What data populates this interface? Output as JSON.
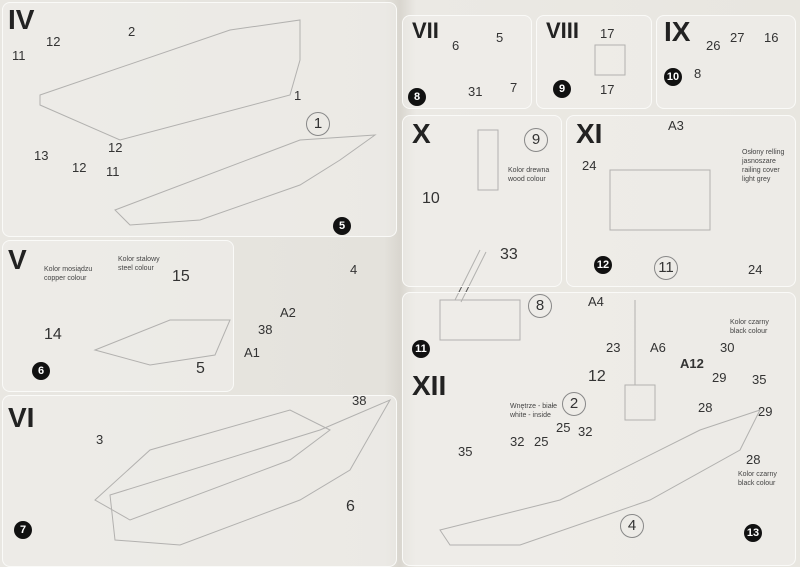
{
  "sections": {
    "iv": {
      "title": "IV",
      "parts": [
        "2",
        "1",
        "12",
        "11",
        "13",
        "12",
        "11",
        "12",
        "1"
      ],
      "step": "5"
    },
    "v": {
      "title": "V",
      "parts": [
        "15",
        "14",
        "5"
      ],
      "notes": [
        "Kolor mosiądzu",
        "copper colour",
        "Kolor stalowy",
        "steel colour"
      ],
      "step": "6"
    },
    "vi": {
      "title": "VI",
      "parts": [
        "4",
        "A2",
        "38",
        "A1",
        "38",
        "3",
        "6"
      ],
      "step": "7"
    },
    "vii": {
      "title": "VII",
      "parts": [
        "6",
        "5",
        "31",
        "7"
      ],
      "step": "8"
    },
    "viii": {
      "title": "VIII",
      "parts": [
        "17",
        "17"
      ],
      "step": "9"
    },
    "ix": {
      "title": "IX",
      "parts": [
        "26",
        "27",
        "16",
        "8"
      ],
      "step": "10"
    },
    "x": {
      "title": "X",
      "parts": [
        "9",
        "10",
        "33",
        "8"
      ],
      "notes": [
        "Kolor drewna",
        "wood colour"
      ],
      "step": "11"
    },
    "xi": {
      "title": "XI",
      "parts": [
        "A3",
        "24",
        "11",
        "24"
      ],
      "notes": [
        "Osłony relling",
        "jasnoszare",
        "railing cover",
        "light grey"
      ],
      "step": "12"
    },
    "xii": {
      "title": "XII",
      "parts": [
        "A4",
        "23",
        "A6",
        "12",
        "A12",
        "30",
        "29",
        "35",
        "28",
        "29",
        "2",
        "32",
        "25",
        "25",
        "32",
        "35",
        "28",
        "4"
      ],
      "notes": [
        "Wnętrze - białe",
        "white - inside",
        "Kolor czarny",
        "black colour",
        "Kolor czarny",
        "black colour"
      ],
      "step": "13"
    }
  }
}
